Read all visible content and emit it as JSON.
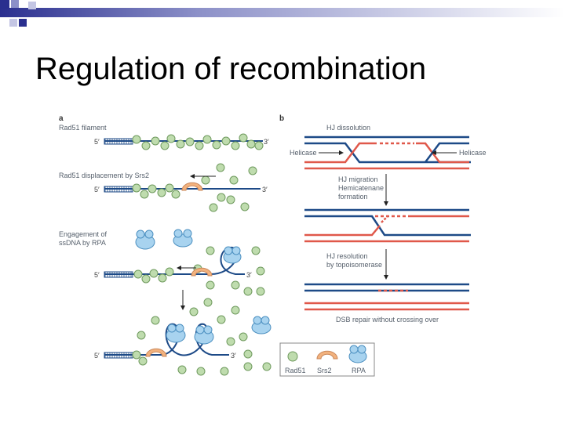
{
  "slide": {
    "title": "Regulation of recombination"
  },
  "panel_a": {
    "letter": "a",
    "step1": "Rad51 filament",
    "step2": "Rad51 displacement by Srs2",
    "step3_line1": "Engagement of",
    "step3_line2": "ssDNA by RPA",
    "five_prime": "5′",
    "three_prime": "3′"
  },
  "panel_b": {
    "letter": "b",
    "step1": "HJ dissolution",
    "helicase_left": "Helicase",
    "helicase_right": "Helicase",
    "step2_line1": "HJ migration",
    "step2_line2": "Hemicatenane",
    "step2_line3": "formation",
    "step3_line1": "HJ resolution",
    "step3_line2": "by topoisomerase",
    "step4": "DSB repair without crossing over"
  },
  "legend": {
    "rad51": "Rad51",
    "srs2": "Srs2",
    "rpa": "RPA"
  },
  "colors": {
    "dna_blue": "#1d4a87",
    "dna_red": "#e0584a",
    "rad51_fill": "#bfdcae",
    "rad51_stroke": "#6f9a5e",
    "srs2_fill": "#f2b27e",
    "rpa_fill": "#a8d3ef",
    "rpa_stroke": "#4b8fc0"
  }
}
